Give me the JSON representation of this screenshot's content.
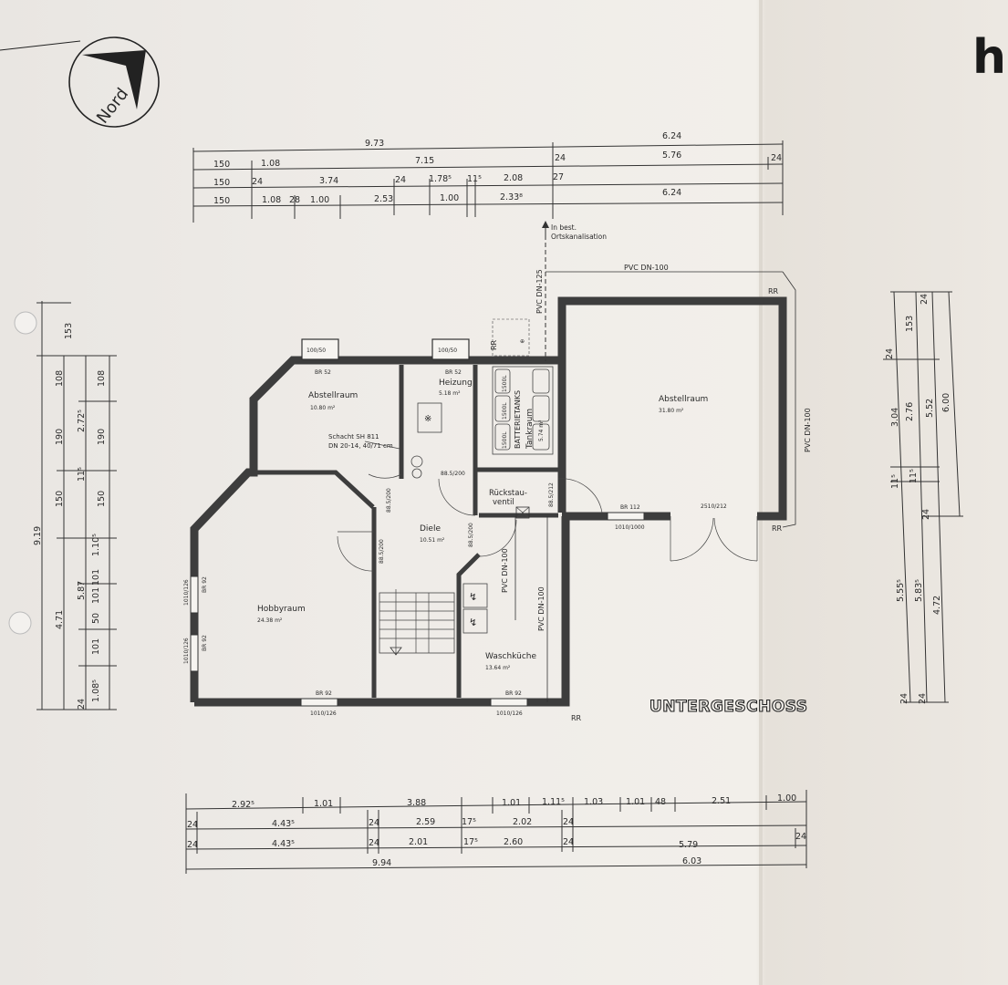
{
  "north": {
    "label": "Nord"
  },
  "logo": {
    "letter": "h"
  },
  "title": "UNTERGESCHOSS",
  "rooms": [
    {
      "name": "Abstellraum",
      "area": "10.80 m²"
    },
    {
      "name": "Heizung",
      "area": "5.18 m²"
    },
    {
      "name": "Abstellraum",
      "area": "31.80 m²"
    },
    {
      "name": "Tankraum",
      "area": "5.74 m²"
    },
    {
      "name": "Diele",
      "area": "10.51 m²"
    },
    {
      "name": "Hobbyraum",
      "area": "24.38 m²"
    },
    {
      "name": "Waschküche",
      "area": "13.64 m²"
    }
  ],
  "labels": {
    "in_best": "In best.",
    "ortskanal": "Ortskanalisation",
    "pvc125": "PVC DN-125",
    "pvc100_top": "PVC DN-100",
    "pvc100_right": "PVC DN-100",
    "pvc100_mid1": "PVC DN-100",
    "pvc100_mid2": "PVC DN-100",
    "rr": "RR",
    "batterietanks": "BATTERIETANKS",
    "tank": "1500L",
    "rueckstau1": "Rückstau-",
    "rueckstau2": "ventil",
    "schacht1": "Schacht SH 811",
    "schacht2": "DN 20-14, 40/71 cm",
    "br52": "BR 52",
    "br92": "BR 92",
    "br112": "BR 112",
    "win1": "100/50",
    "win2": "100/50",
    "win3": "1010/126",
    "win4": "1010/126",
    "door1": "2510/212",
    "door2": "1010/1000",
    "d1": "88.5/200",
    "d2": "88.5/200",
    "d3": "88.5/212",
    "d4": "88.5/200",
    "d5": "88.5/200",
    "hw1": "1010/126",
    "hw2": "1010/126"
  },
  "dims_top": {
    "r1": [
      "9.73",
      "6.24"
    ],
    "r2": [
      "150",
      "1.08",
      "7.15",
      "24",
      "5.76",
      "24"
    ],
    "r3": [
      "150",
      "24",
      "3.74",
      "24",
      "1.78⁵",
      "11⁵",
      "2.08",
      "27"
    ],
    "r4": [
      "150",
      "1.08",
      "28",
      "1.00",
      "2.53",
      "1.00",
      "2.33⁸",
      "6.24"
    ]
  },
  "dims_bottom": {
    "r1": [
      "2.92⁵",
      "1.01",
      "3.88",
      "1.01",
      "1.11⁵",
      "1.03",
      "1.01",
      "48",
      "2.51",
      "1.00"
    ],
    "r2": [
      "24",
      "4.43⁵",
      "24",
      "2.59",
      "17⁵",
      "2.02",
      "24"
    ],
    "r3": [
      "24",
      "4.43⁵",
      "24",
      "2.01",
      "17⁵",
      "2.60",
      "24",
      "5.79",
      "24"
    ],
    "r4": [
      "9.94",
      "6.03"
    ]
  },
  "dims_left": {
    "c1": [
      "153",
      "9.19",
      "4.71"
    ],
    "c2": [
      "108",
      "190",
      "150",
      "5.87",
      "24"
    ],
    "c3": [
      "2.72⁵",
      "11⁵",
      "1.10⁵",
      "101",
      "50",
      "101",
      "1.08⁵"
    ],
    "c4": [
      "108",
      "190",
      "150",
      "101"
    ]
  },
  "dims_right": {
    "c1": [
      "24",
      "3.04",
      "11⁵",
      "5.55⁵",
      "24"
    ],
    "c2": [
      "153",
      "2.76",
      "11⁵",
      "5.83⁵",
      "24"
    ],
    "c3": [
      "24",
      "5.52",
      "4.72"
    ],
    "c4": [
      "24",
      "6.00"
    ]
  }
}
